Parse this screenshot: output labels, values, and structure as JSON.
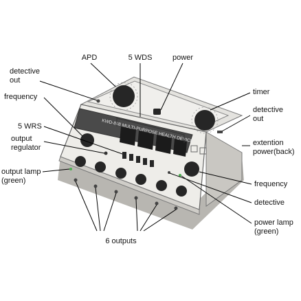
{
  "device": {
    "brand_band_text": "KWD-808 MULTI-PURPOSE HEALTH DEVICE",
    "colors": {
      "body": "#ecebe7",
      "body_shadow": "#a9a7a2",
      "panel": "#3a3a3a",
      "display": "#1b1b1b",
      "knob": "#262626",
      "outline": "#555555"
    }
  },
  "labels": {
    "apd": "APD",
    "wds": "5 WDS",
    "power": "power",
    "detective_out_left": "detective\nout",
    "frequency_left": "frequency",
    "wrs": "5 WRS",
    "output_regulator": "output\nregulator",
    "output_lamp": "output lamp\n(green)",
    "timer": "timer",
    "detective_out_right": "detective\nout",
    "extension_power": "extention\npower(back)",
    "frequency_right": "frequency",
    "detective": "detective",
    "power_lamp": "power lamp\n(green)",
    "outputs": "6 outputs"
  }
}
